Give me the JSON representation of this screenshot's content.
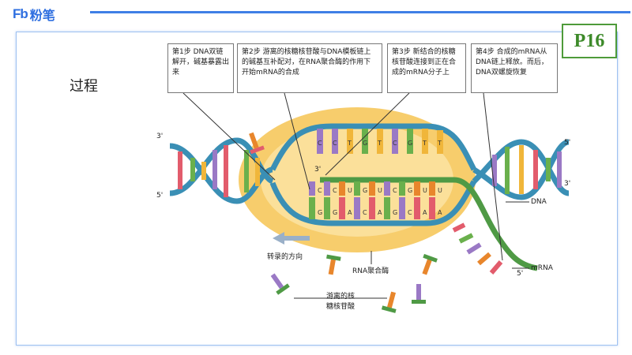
{
  "brand": {
    "mark": "Fb",
    "name": "粉笔"
  },
  "page_number": "P16",
  "section_title": "过程",
  "steps": [
    "第1步 DNA双链解开，碱基暴露出来",
    "第2步 游离的核糖核苷酸与DNA模板链上的碱基互补配对，在RNA聚合酶的作用下开始mRNA的合成",
    "第3步 新结合的核糖核苷酸连接到正在合成的mRNA分子上",
    "第4步 合成的mRNA从DNA链上释放。而后，DNA双螺旋恢复"
  ],
  "labels": {
    "direction": "转录的方向",
    "polymerase": "RNA聚合酶",
    "free_nucleotides_line1": "游离的核",
    "free_nucleotides_line2": "糖核苷酸",
    "dna": "DNA",
    "mrna": "mRNA",
    "left_top_end": "3'",
    "left_bottom_end": "5'",
    "right_top_end": "5'",
    "right_bottom_end": "3'",
    "mrna_3_end": "3'",
    "mrna_5_end": "5'"
  },
  "bubble": {
    "top_strand_bases": [
      "C",
      "C",
      "T",
      "G",
      "T",
      "C",
      "G",
      "T",
      "T"
    ],
    "template_bases": [
      "G",
      "G",
      "A",
      "C",
      "A",
      "G",
      "C",
      "A",
      "A"
    ],
    "mrna_bases": [
      "C",
      "C",
      "U",
      "G",
      "U",
      "C",
      "G",
      "U",
      "U"
    ]
  },
  "colors": {
    "brand": "#2f6fe0",
    "badge": "#3d8a2a",
    "polymerase_fill": "#f6c452",
    "dna_strand": "#3a8fb5",
    "mrna_strand": "#4f9a45",
    "base_A": "#e25c6c",
    "base_T": "#f0b63a",
    "base_G": "#6ab04c",
    "base_C": "#9a79c5",
    "base_U": "#e8862c"
  }
}
